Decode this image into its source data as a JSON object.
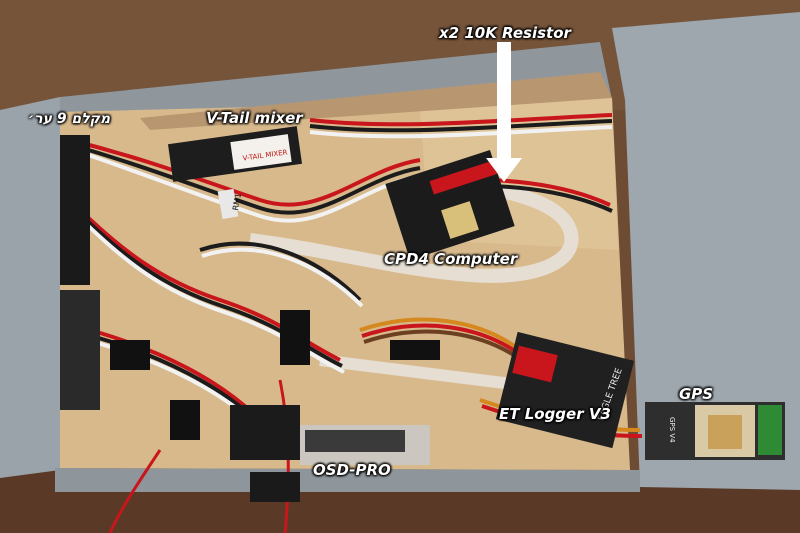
{
  "labels": {
    "resistor": "x2 10K Resistor",
    "terminal": "מקלם 9 ער׳",
    "vtail": "V-Tail mixer",
    "cpd4": "CPD4 Computer",
    "gps": "GPS",
    "etlogger": "ET Logger V3",
    "osdpro": "OSD-PRO"
  },
  "markings": {
    "vtail_board": "V-TAIL MIXER",
    "gps_board": "GPS V4",
    "logger_board": "EAGLE TREE",
    "rm_tag": "RM1"
  },
  "colors": {
    "fuselage": "#9ea7ae",
    "plywood": "#d8b98c",
    "wire_red": "#c8161c",
    "wire_black": "#1c1c1c",
    "wire_white": "#f2f2f2",
    "label_text": "#ffffff"
  }
}
